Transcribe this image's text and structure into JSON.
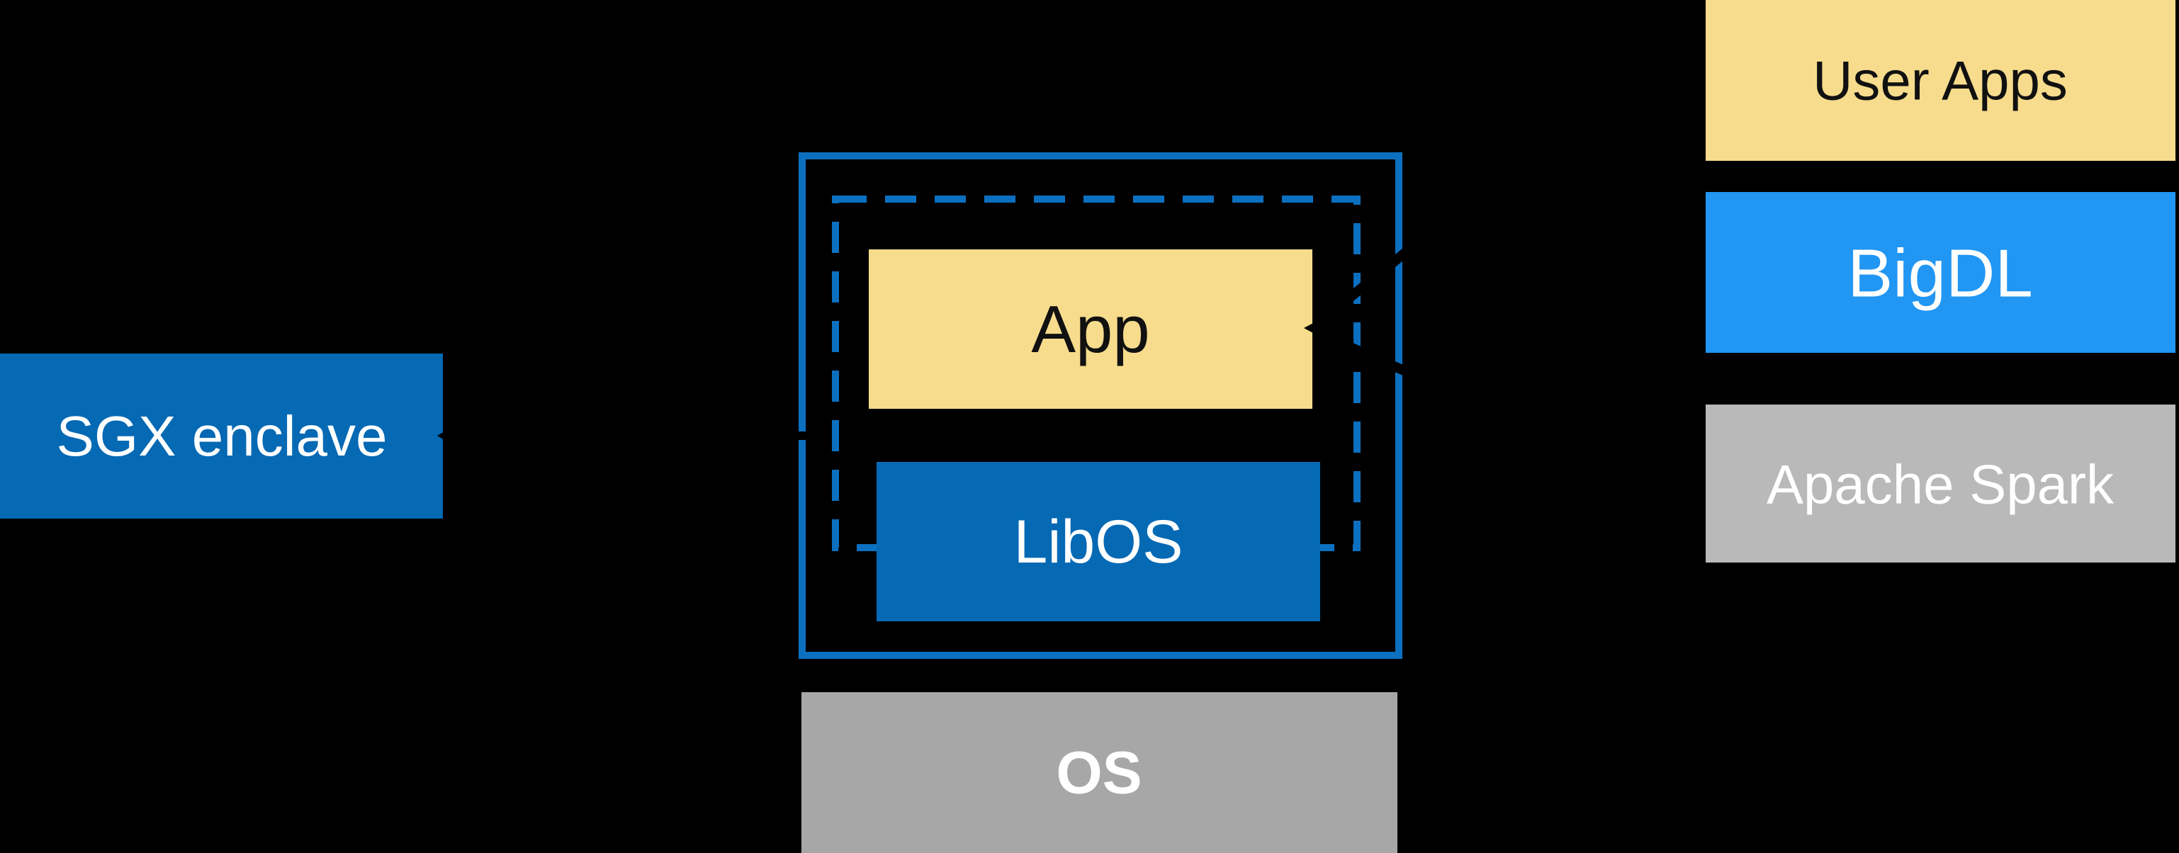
{
  "diagram": {
    "title": "SGX enclave LibOS architecture diagram",
    "background": "#000000",
    "boxes": {
      "sgx_enclave": {
        "label": "SGX enclave"
      },
      "app": {
        "label": "App"
      },
      "libos": {
        "label": "LibOS"
      },
      "os": {
        "label": "OS"
      },
      "user_apps": {
        "label": "User Apps"
      },
      "bigdl": {
        "label": "BigDL"
      },
      "apache_spark": {
        "label": "Apache Spark"
      }
    },
    "colors": {
      "intel_blue": "#0569B4",
      "border_blue": "#0C70C0",
      "bright_blue": "#2196F3",
      "yellow": "#F6DC8C",
      "gray_os": "#A7A7A7",
      "gray_spark": "#B9B9B9",
      "arrow_black": "#000000",
      "text_dark": "#111111",
      "text_light": "#FFFFFF"
    }
  }
}
